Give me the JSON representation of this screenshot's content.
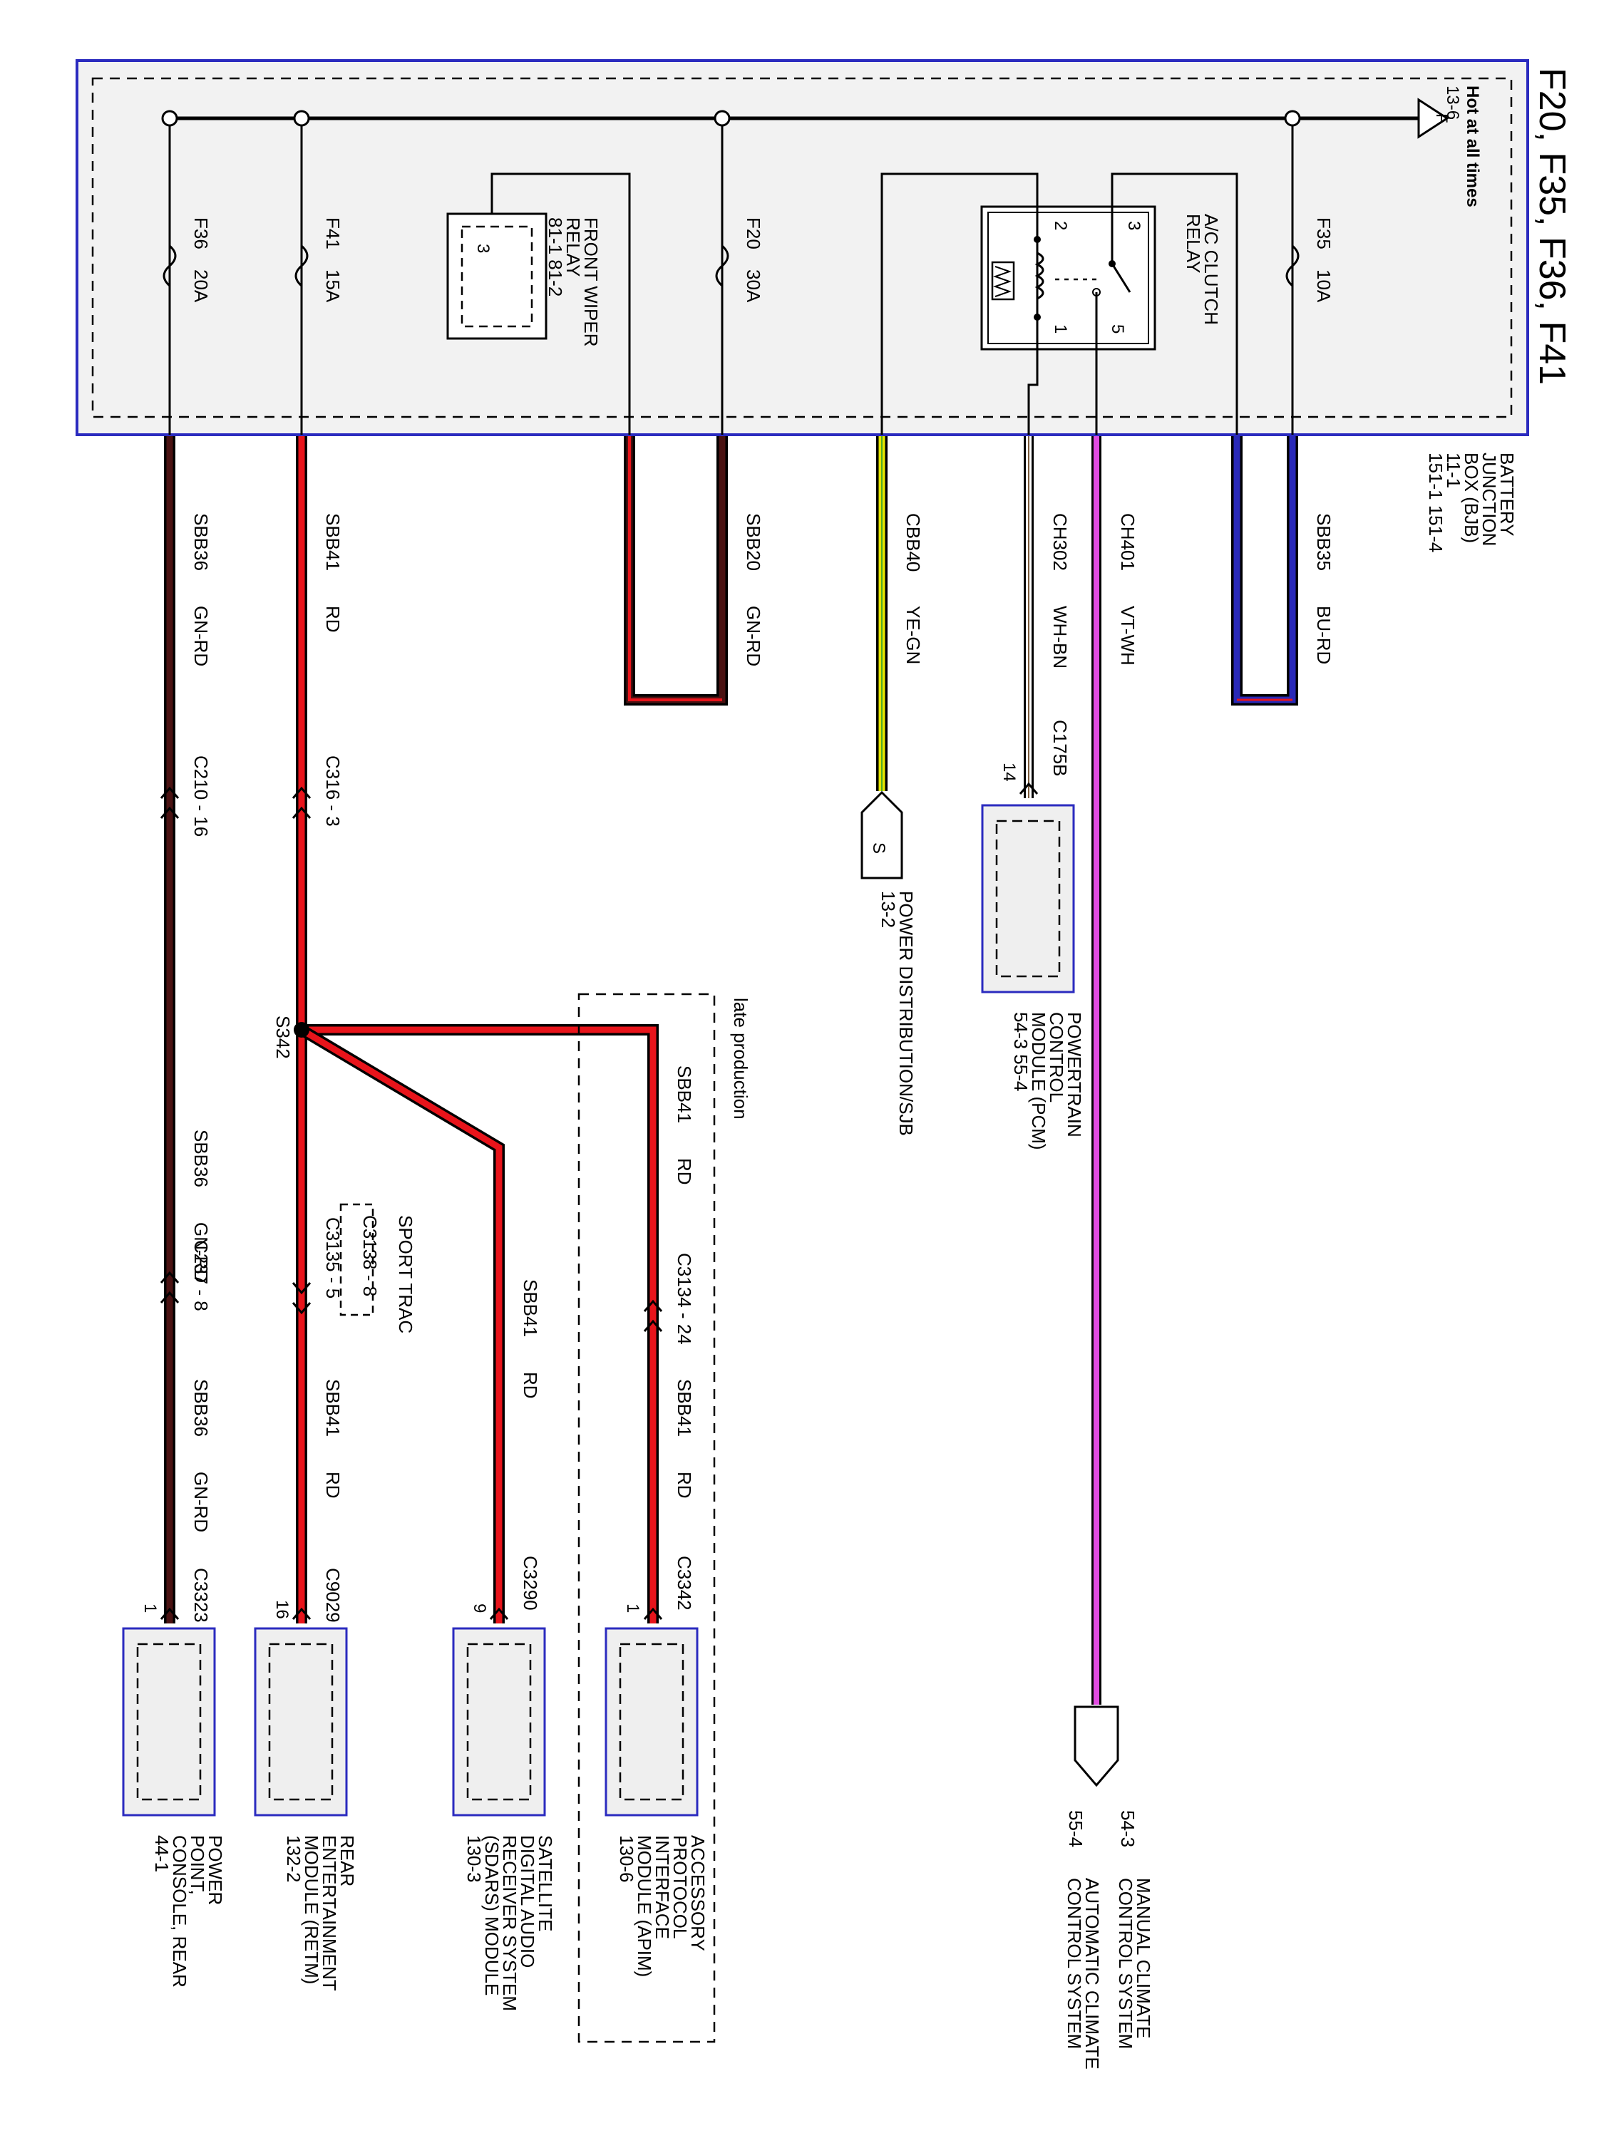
{
  "title": "F20, F35, F36, F41",
  "hot_label": [
    "Hot at all times",
    "13-6"
  ],
  "hot_letter": "F",
  "bjb_label": [
    "BATTERY",
    "JUNCTION",
    "BOX (BJB)",
    "11-1",
    "151-1   151-4"
  ],
  "fuses": [
    {
      "name": "F36",
      "rating": "20A"
    },
    {
      "name": "F41",
      "rating": "15A"
    },
    {
      "name": "F20",
      "rating": "30A"
    },
    {
      "name": "F35",
      "rating": "10A"
    }
  ],
  "front_wiper_relay": {
    "label": [
      "FRONT WIPER",
      "RELAY",
      "81-1    81-2"
    ],
    "pin": "3"
  },
  "ac_relay": {
    "label": [
      "A/C CLUTCH",
      "RELAY"
    ],
    "pins": [
      "3",
      "2",
      "1",
      "5"
    ]
  },
  "circuits": {
    "sbb36": [
      "SBB36",
      "GN-RD"
    ],
    "sbb41": [
      "SBB41",
      "RD"
    ],
    "sbb20": [
      "SBB20",
      "GN-RD"
    ],
    "cbb40": [
      "CBB40",
      "YE-GN"
    ],
    "ch302": [
      "CH302",
      "WH-BN"
    ],
    "ch401": [
      "CH401",
      "VT-WH"
    ],
    "sbb35": [
      "SBB35",
      "BU-RD"
    ]
  },
  "connectors": {
    "c210": "C210 - 16",
    "c316": "C316 - 3",
    "c237": "C237 - 8",
    "c3135": "C3135 - 5",
    "c3138": "C3138 - 8",
    "c3134": "C3134 - 24",
    "c3323": "C3323",
    "c9029": "C9029",
    "c3290": "C3290",
    "c3342": "C3342",
    "c175b": "C175B",
    "pin_c3323": "1",
    "pin_c9029": "16",
    "pin_c3290": "9",
    "pin_c3342": "1",
    "pin_c175b": "14"
  },
  "splice": "S342",
  "sport_trac": "SPORT TRAC",
  "late_production": "late production",
  "power_dist": {
    "letter": "S",
    "label": [
      "POWER DISTRIBUTION/SJB",
      "13-2"
    ]
  },
  "pcm": [
    "POWERTRAIN",
    "CONTROL",
    "MODULE (PCM)",
    "54-3    55-4"
  ],
  "climate": [
    "54-3",
    "55-4"
  ],
  "climate_labels": [
    "MANUAL CLIMATE",
    "CONTROL SYSTEM",
    "AUTOMATIC CLIMATE",
    "CONTROL SYSTEM"
  ],
  "modules": {
    "power_point": [
      "POWER",
      "POINT,",
      "CONSOLE, REAR",
      "44-1"
    ],
    "retm": [
      "REAR",
      "ENTERTAINMENT",
      "MODULE (RETM)",
      "132-2"
    ],
    "sdars": [
      "SATELLITE",
      "DIGITAL AUDIO",
      "RECEIVER SYSTEM",
      "(SDARS) MODULE",
      "130-3"
    ],
    "apim": [
      "ACCESSORY",
      "PROTOCOL",
      "INTERFACE",
      "MODULE (APIM)",
      "130-6"
    ]
  },
  "colors": {
    "red": "#e8141b",
    "dark_wire": "#4a1212",
    "yellow": "#e6e600",
    "magenta": "#e04be0",
    "blue": "#2929b8",
    "box_fill": "#efefef",
    "box_border": "#2b2bbf"
  }
}
